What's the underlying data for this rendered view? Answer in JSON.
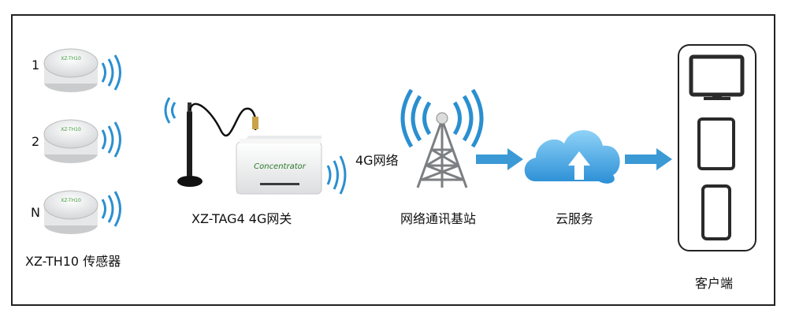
{
  "sensors": {
    "labels": [
      "1",
      "2",
      "N"
    ],
    "caption": "XZ-TH10 传感器",
    "device_text": "XZ-TH10"
  },
  "gateway": {
    "caption": "XZ-TAG4 4G网关",
    "device_text": "Concentrator"
  },
  "network": {
    "label": "4G网络"
  },
  "base_station": {
    "caption": "网络通讯基站"
  },
  "cloud": {
    "caption": "云服务"
  },
  "client": {
    "caption": "客户端"
  },
  "colors": {
    "wave": "#2a8fd0",
    "arrow": "#3b9ad5",
    "cloud": "#4ab0e8",
    "frame": "#222222"
  }
}
